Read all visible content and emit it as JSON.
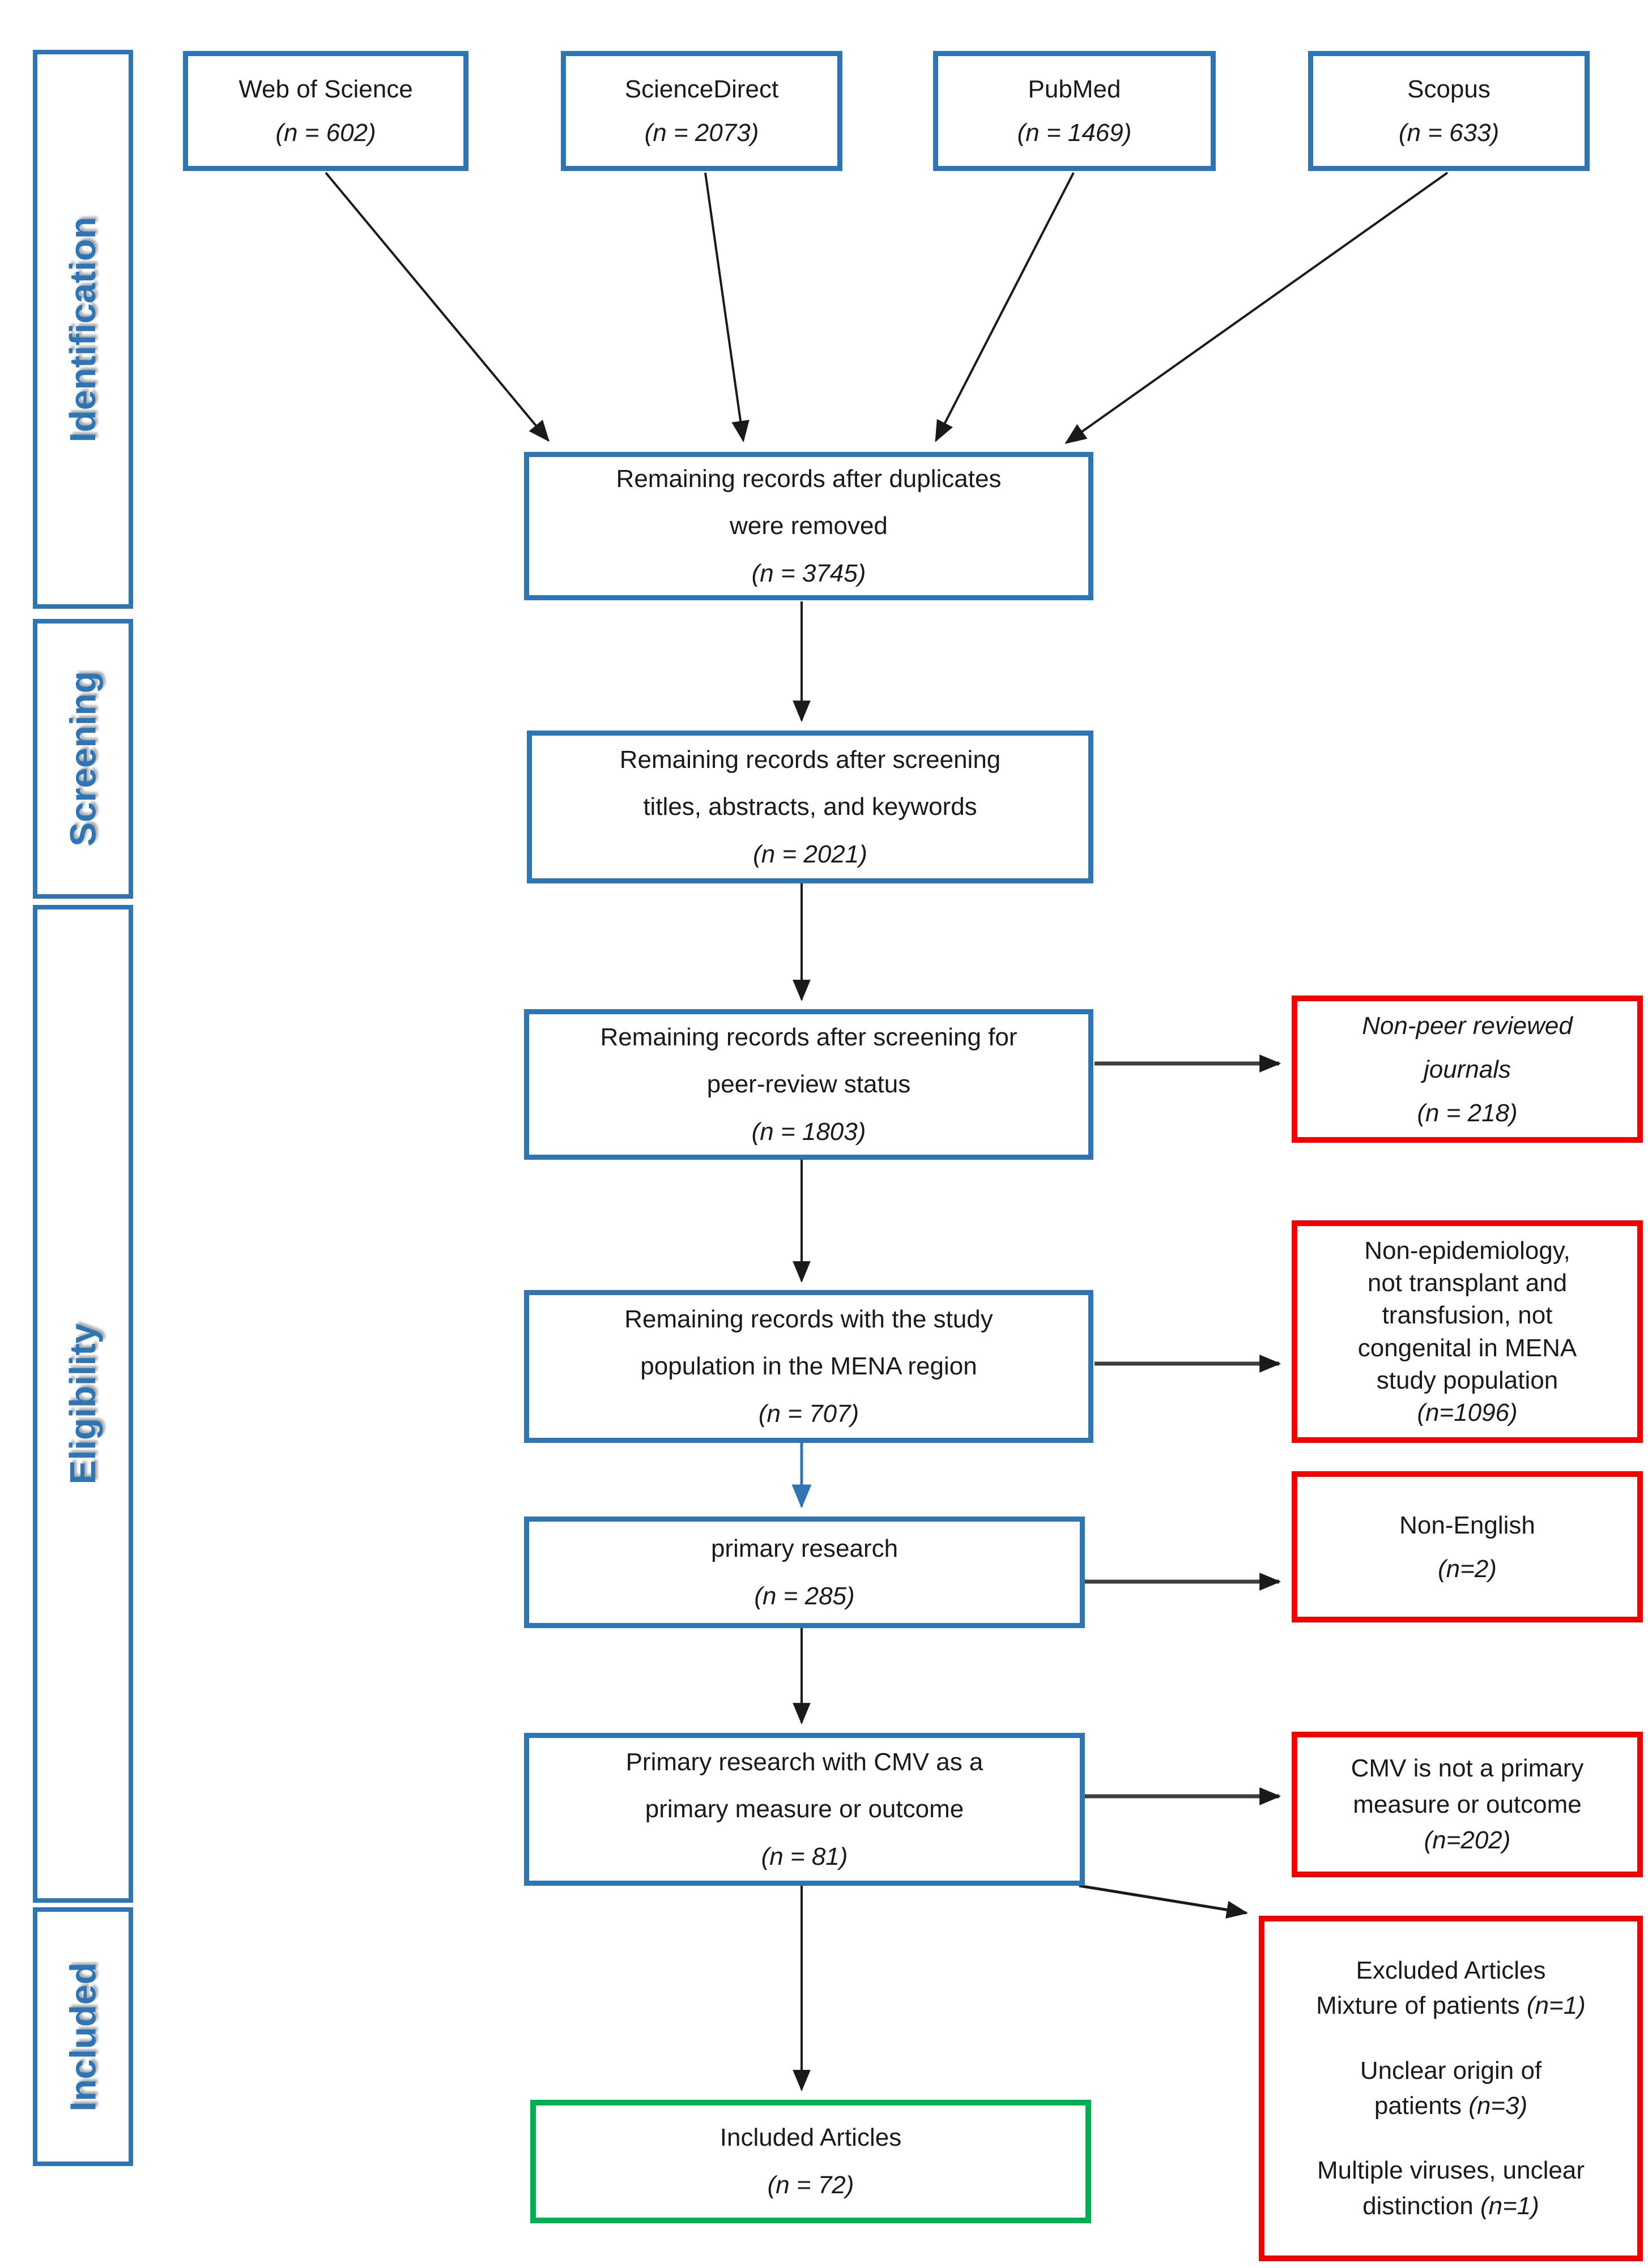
{
  "palette": {
    "box_blue": "#2E75B6",
    "box_red": "#F40000",
    "box_green": "#00B050",
    "stage_label_blue": "#2E75B6",
    "connector_dark": "#3F3F3F",
    "arrow_black": "#1A1A1A"
  },
  "stages": [
    {
      "label": "Identification"
    },
    {
      "label": "Screening"
    },
    {
      "label": "Eligibility"
    },
    {
      "label": "Included"
    }
  ],
  "sources": [
    {
      "name": "Web of Science",
      "count": "(n = 602)"
    },
    {
      "name": "ScienceDirect",
      "count": "(n = 2073)"
    },
    {
      "name": "PubMed",
      "count": "(n = 1469)"
    },
    {
      "name": "Scopus",
      "count": "(n = 633)"
    }
  ],
  "flow": [
    {
      "text": "Remaining records after duplicates\nwere removed",
      "count": "(n = 3745)"
    },
    {
      "text": "Remaining records after screening\ntitles, abstracts, and keywords",
      "count": "(n = 2021)"
    },
    {
      "text": "Remaining records after screening for\npeer-review status",
      "count": "(n = 1803)"
    },
    {
      "text": "Remaining records with the study\npopulation in the MENA region",
      "count": "(n = 707)"
    },
    {
      "text": "primary research",
      "count": "(n = 285)"
    },
    {
      "text": "Primary research with CMV as a\nprimary measure or outcome",
      "count": "(n = 81)"
    }
  ],
  "included_box": {
    "text": "Included Articles",
    "count": "(n = 72)"
  },
  "exclusions": [
    {
      "text": "Non-peer reviewed\njournals",
      "count": "(n = 218)"
    },
    {
      "text": "Non-epidemiology,\nnot transplant and\ntransfusion, not\ncongenital in MENA\nstudy population",
      "count": "(n=1096)"
    },
    {
      "text": "Non-English",
      "count": "(n=2)"
    },
    {
      "text": "CMV is not a primary\nmeasure or outcome",
      "count": "(n=202)"
    }
  ],
  "excluded_box": {
    "title": "Excluded Articles",
    "items": [
      {
        "text": "Mixture of patients",
        "count": "(n=1)"
      },
      {
        "text": "Unclear origin of\npatients",
        "count": "(n=3)"
      },
      {
        "text": "Multiple viruses, unclear\ndistinction",
        "count": "(n=1)"
      }
    ]
  }
}
